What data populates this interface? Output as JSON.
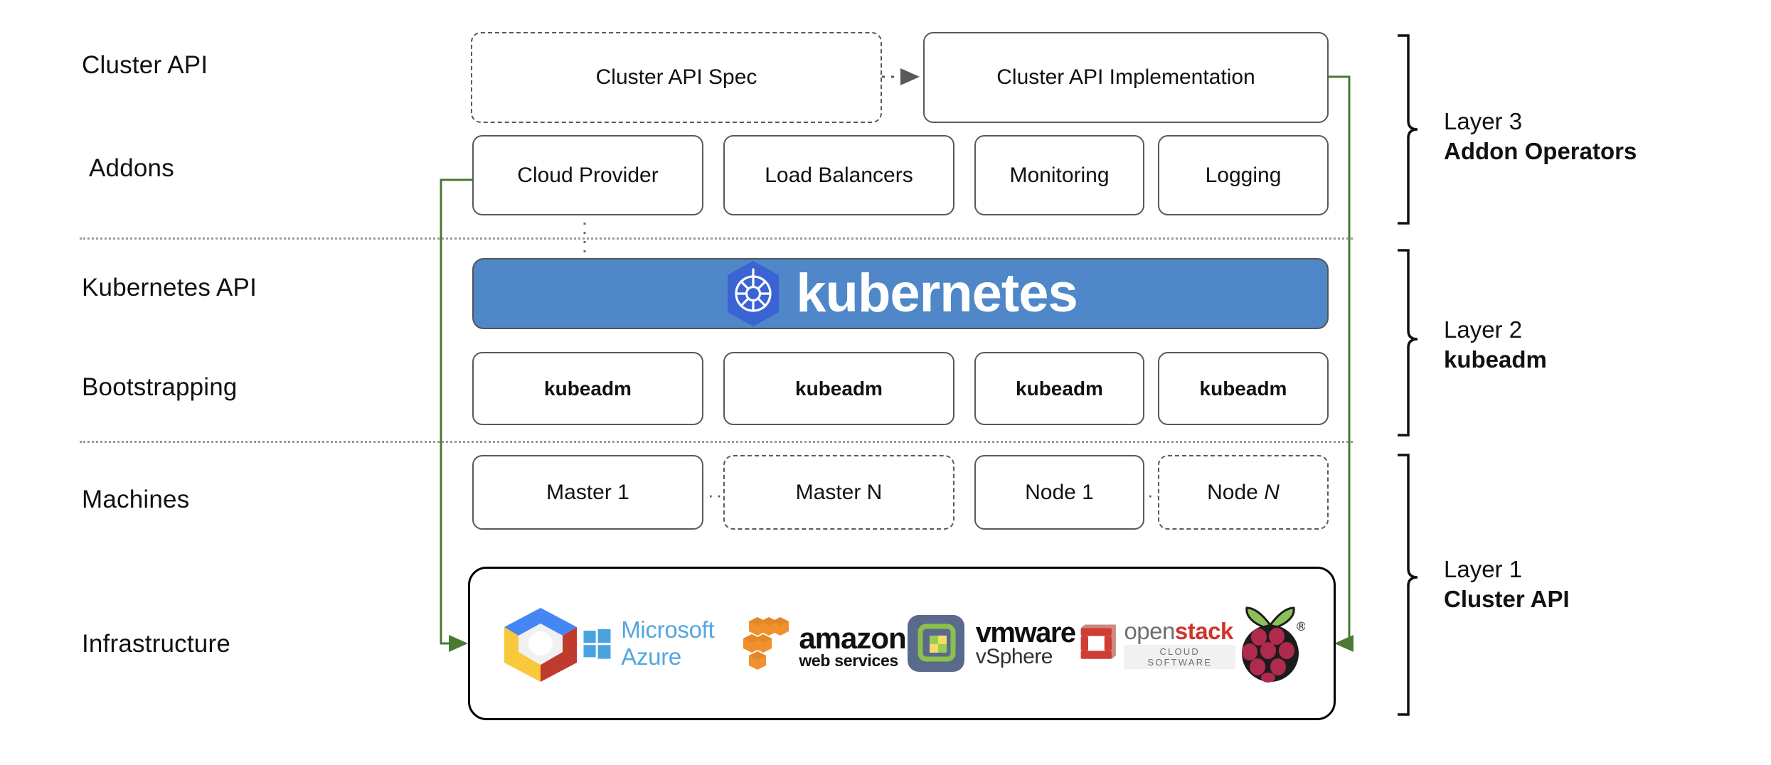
{
  "diagram": {
    "title": "Kubernetes Cluster API layered architecture",
    "row_labels": [
      {
        "key": "cluster-api",
        "text": "Cluster API"
      },
      {
        "key": "addons",
        "text": "Addons"
      },
      {
        "key": "kubernetes-api",
        "text": "Kubernetes API"
      },
      {
        "key": "bootstrapping",
        "text": "Bootstrapping"
      },
      {
        "key": "machines",
        "text": "Machines"
      },
      {
        "key": "infrastructure",
        "text": "Infrastructure"
      }
    ],
    "cluster_api_row": {
      "spec_box": "Cluster API Spec",
      "implementation_box": "Cluster API Implementation"
    },
    "addons_row": [
      "Cloud Provider",
      "Load Balancers",
      "Monitoring",
      "Logging"
    ],
    "kubernetes_banner": {
      "wordmark": "kubernetes",
      "logo_icon": "kubernetes-helm-icon",
      "banner_color": "#4f87c8",
      "logo_color": "#3b63d4"
    },
    "bootstrapping_row": [
      "kubeadm",
      "kubeadm",
      "kubeadm",
      "kubeadm"
    ],
    "machines_row": [
      {
        "label": "Master 1",
        "style": "solid",
        "italic_suffix": ""
      },
      {
        "label": "Master N",
        "style": "dashed",
        "italic_suffix": ""
      },
      {
        "label": "Node 1",
        "style": "solid",
        "italic_suffix": ""
      },
      {
        "label": "Node ",
        "style": "dashed",
        "italic_suffix": "N"
      }
    ],
    "machines_ellipsis": "···",
    "infrastructure_logos": [
      {
        "name": "google-cloud-platform-logo",
        "text": ""
      },
      {
        "name": "microsoft-azure-logo",
        "text": "Microsoft Azure"
      },
      {
        "name": "amazon-web-services-logo",
        "text": "amazon",
        "text2": "web services"
      },
      {
        "name": "vmware-vsphere-logo",
        "text": "vmware",
        "text2": "vSphere"
      },
      {
        "name": "openstack-logo",
        "text": "open",
        "text2": "stack",
        "text3": "CLOUD SOFTWARE"
      },
      {
        "name": "raspberry-pi-logo",
        "text": ""
      }
    ],
    "layers": [
      {
        "number": "Layer 3",
        "name": "Addon Operators"
      },
      {
        "number": "Layer 2",
        "name": "kubeadm"
      },
      {
        "number": "Layer 1",
        "name": "Cluster API"
      }
    ],
    "colors": {
      "connector_green": "#4a7a32",
      "box_border": "#595959",
      "infra_border": "#000000",
      "separator": "#9a9a9a",
      "azure_blue": "#54a6e0",
      "aws_orange": "#f0912d",
      "openstack_red": "#d0342c",
      "raspberry_red": "#b02a4e"
    }
  }
}
